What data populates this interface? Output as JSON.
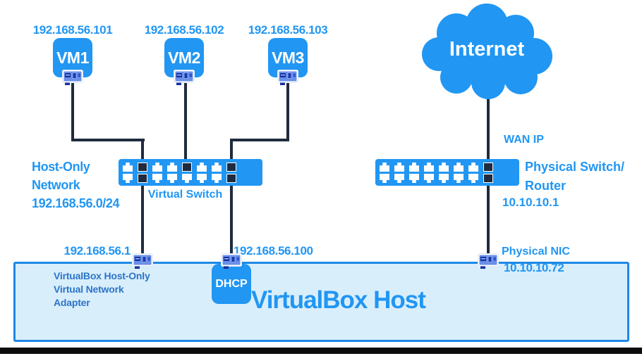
{
  "colors": {
    "primary": "#2196f3",
    "cable": "#1f2b3e",
    "host_fill": "#d9eefb",
    "host_border": "#1e88e5",
    "inner_text": "#2b74c8"
  },
  "vms": [
    {
      "name": "VM1",
      "ip": "192.168.56.101"
    },
    {
      "name": "VM2",
      "ip": "192.168.56.102"
    },
    {
      "name": "VM3",
      "ip": "192.168.56.103"
    }
  ],
  "host_only_network": {
    "lines": [
      "Host-Only",
      "Network",
      "192.168.56.0/24"
    ]
  },
  "virtual_switch": {
    "label": "Virtual Switch",
    "ports_top": [
      "open",
      "connected",
      "open",
      "open",
      "connected",
      "open",
      "open",
      "connected"
    ],
    "ports_bottom": [
      "open",
      "connected",
      "open",
      "open",
      "open",
      "open",
      "open",
      "connected"
    ]
  },
  "internet": {
    "label": "Internet"
  },
  "wan": {
    "label": "WAN IP"
  },
  "physical_switch": {
    "label_lines": [
      "Physical Switch/",
      "Router"
    ],
    "ip": "10.10.10.1",
    "ports_top": [
      "open",
      "open",
      "open",
      "open",
      "open",
      "open",
      "open",
      "connected"
    ],
    "ports_bottom": [
      "open",
      "open",
      "open",
      "open",
      "open",
      "open",
      "open",
      "connected"
    ]
  },
  "host_only_adapter": {
    "ip": "192.168.56.1",
    "label_lines": [
      "VirtualBox Host-Only",
      "Virtual Network",
      "Adapter"
    ]
  },
  "dhcp_server": {
    "label": "DHCP",
    "ip": "192.168.56.100"
  },
  "physical_nic": {
    "label": "Physical NIC",
    "ip": "10.10.10.72"
  },
  "virtualbox_host": {
    "title": "VirtualBox Host"
  }
}
